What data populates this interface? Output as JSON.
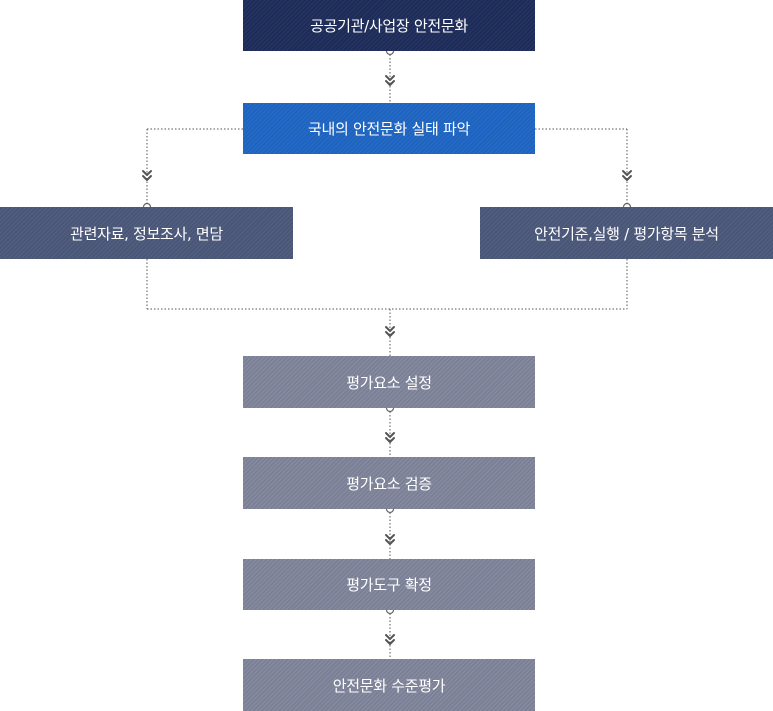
{
  "steps": {
    "top": "공공기관/사업장 안전문화",
    "survey": "국내의 안전문화 실태 파악",
    "left_branch": "관련자료, 정보조사, 면담",
    "right_branch": "안전기준,실행 / 평가항목 분석",
    "set_elements": "평가요소 설정",
    "verify_elements": "평가요소 검증",
    "finalize_tool": "평가도구 확정",
    "evaluation": "안전문화 수준평가"
  },
  "colors": {
    "dark_navy": "#1d2b59",
    "blue": "#1d63c0",
    "slate": "#4a5678",
    "gray": "#7b8096",
    "connector": "#555555"
  }
}
